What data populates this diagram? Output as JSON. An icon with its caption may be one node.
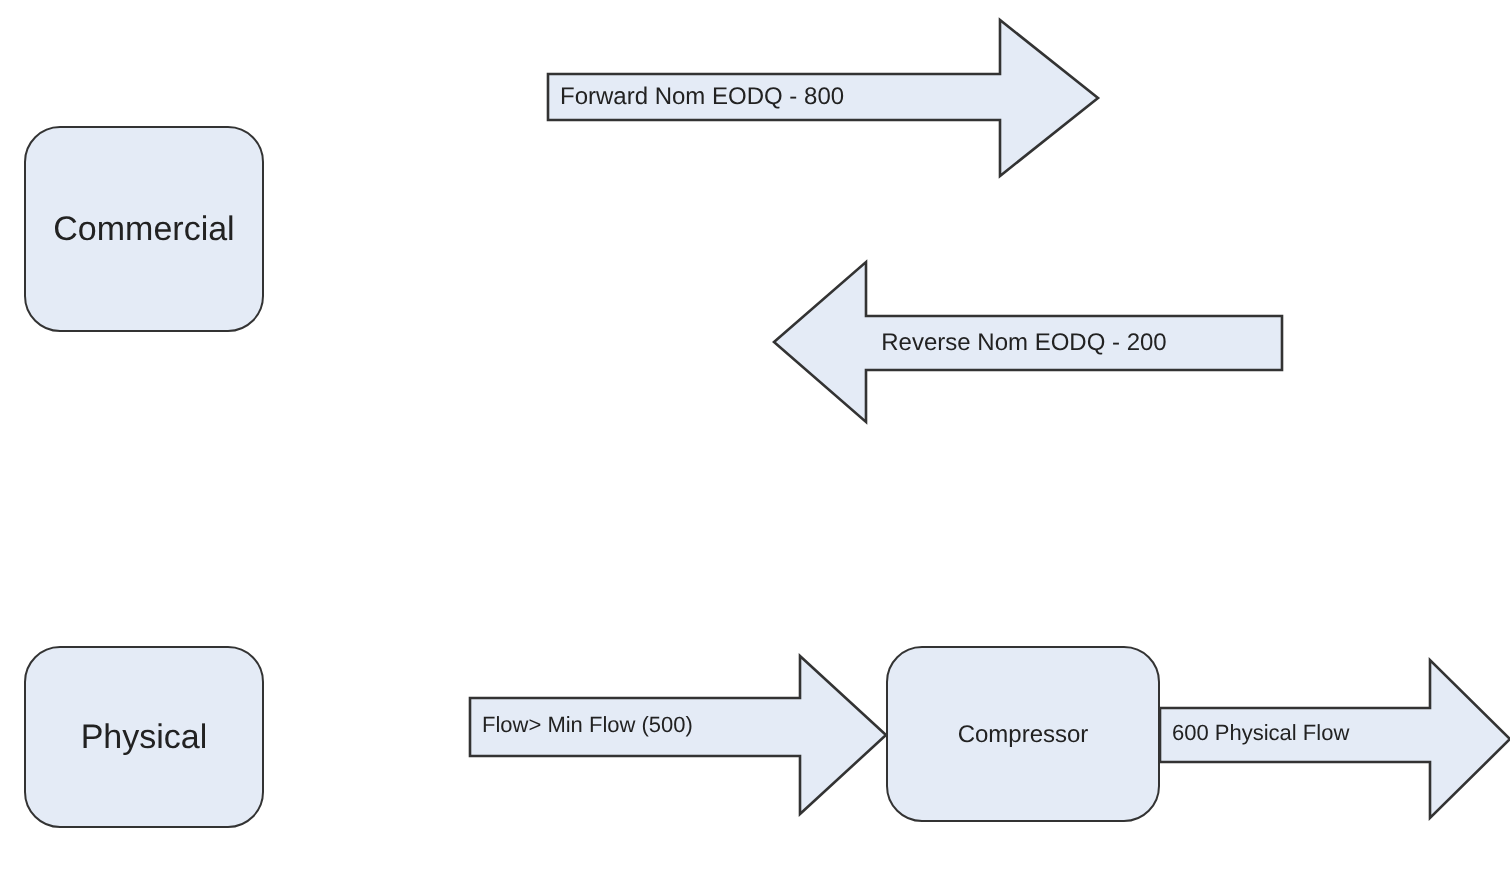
{
  "diagram": {
    "nodes": [
      {
        "text": [
          "Forward Nom EODQ - 800"
        ]
      },
      {
        "text": [
          "Commercial"
        ]
      },
      {
        "text": [
          "Reverse Nom EODQ - 200"
        ]
      },
      {
        "text": [
          "Physical"
        ]
      },
      {
        "text": [
          "Flow> Min Flow (500)"
        ]
      },
      {
        "text": [
          "Compressor"
        ]
      },
      {
        "text": [
          "600 Physical Flow"
        ]
      }
    ]
  }
}
